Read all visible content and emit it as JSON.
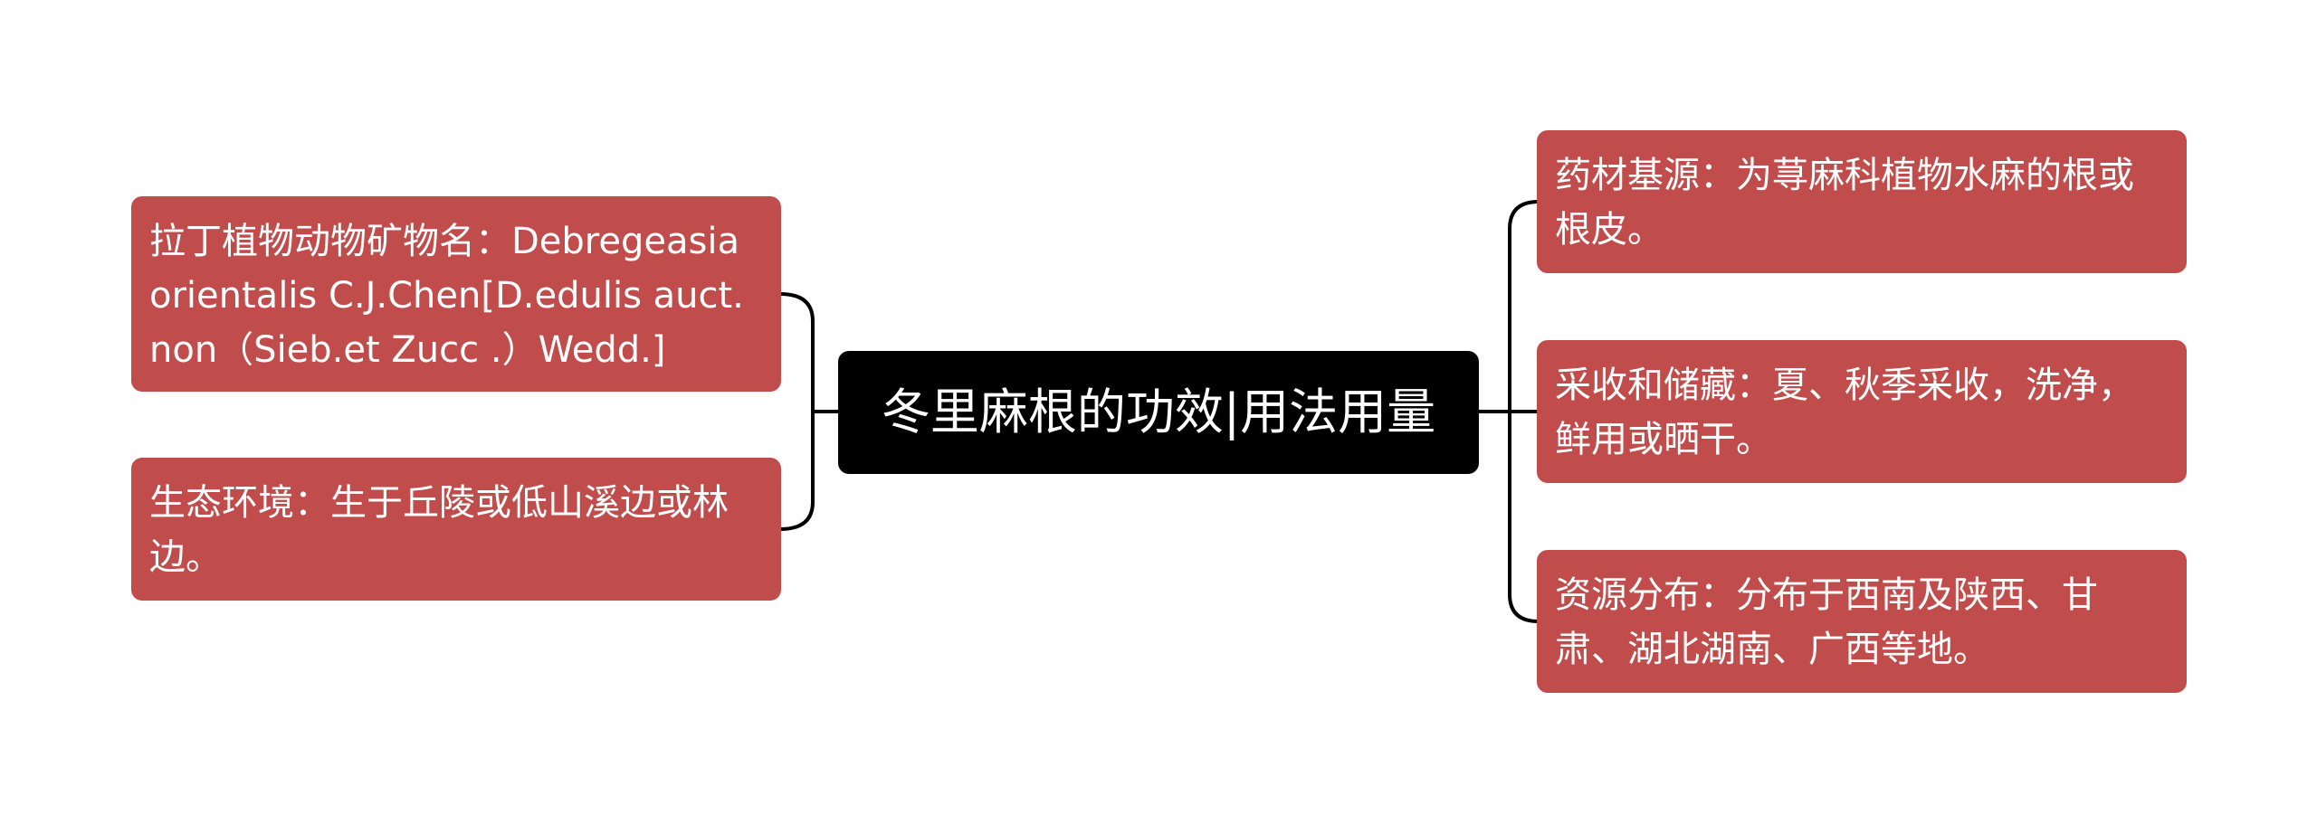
{
  "root": {
    "title": "冬里麻根的功效|用法用量"
  },
  "left_nodes": [
    {
      "text": "拉丁植物动物矿物名：Debregeasia orientalis C.J.Chen[D.edulis auct.non（Sieb.et Zucc .）Wedd.]"
    },
    {
      "text": "生态环境：生于丘陵或低山溪边或林边。"
    }
  ],
  "right_nodes": [
    {
      "text": "药材基源：为荨麻科植物水麻的根或根皮。"
    },
    {
      "text": "采收和储藏：夏、秋季采收，洗净，鲜用或晒干。"
    },
    {
      "text": "资源分布：分布于西南及陕西、甘肃、湖北湖南、广西等地。"
    }
  ],
  "colors": {
    "node_fill": "#c04d4c",
    "root_fill": "#000000",
    "connector": "#000000",
    "text": "#ffffff"
  }
}
